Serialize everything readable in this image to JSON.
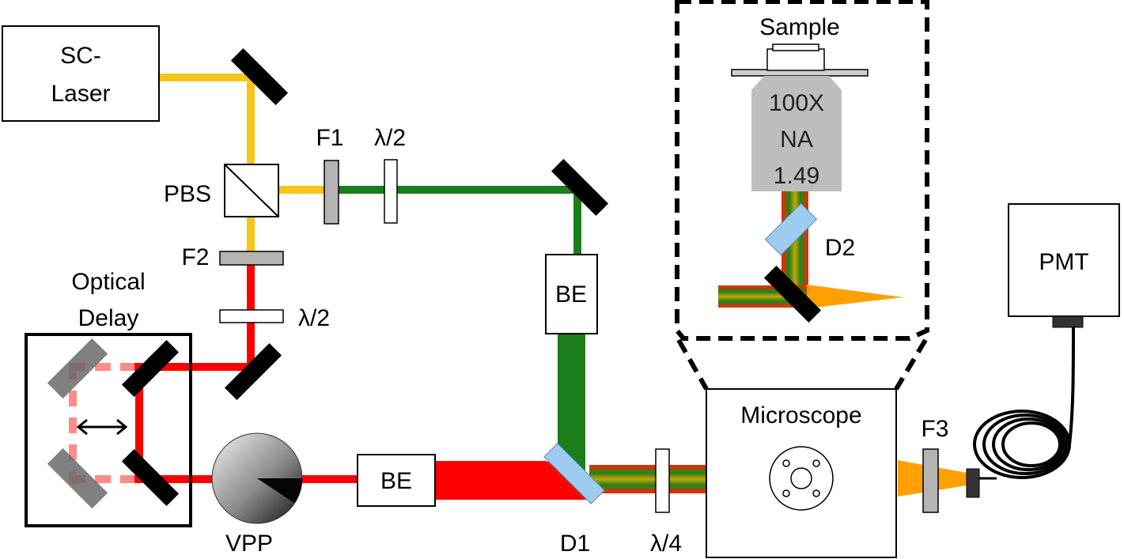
{
  "components": {
    "laser": {
      "line1": "SC-",
      "line2": "Laser"
    },
    "pbs": "PBS",
    "f1": "F1",
    "hwp_top": "λ/2",
    "f2": "F2",
    "hwp_mid": "λ/2",
    "delay": {
      "line1": "Optical",
      "line2": "Delay"
    },
    "vpp": "VPP",
    "be_bottom": "BE",
    "be_vertical": "BE",
    "d1": "D1",
    "qwp": "λ/4",
    "microscope": "Microscope",
    "sample": "Sample",
    "objective": {
      "line1": "100X",
      "line2": "NA",
      "line3": "1.49"
    },
    "d2": "D2",
    "f3": "F3",
    "pmt": "PMT"
  },
  "colors": {
    "yellow_beam": "#f5c518",
    "red_beam": "#ff0000",
    "green_beam": "#1a7f1a",
    "orange_beam": "#ffa000",
    "dichroic": "#9ecbf0",
    "filter": "#b4b4b4",
    "objective": "#bdbdbd"
  }
}
